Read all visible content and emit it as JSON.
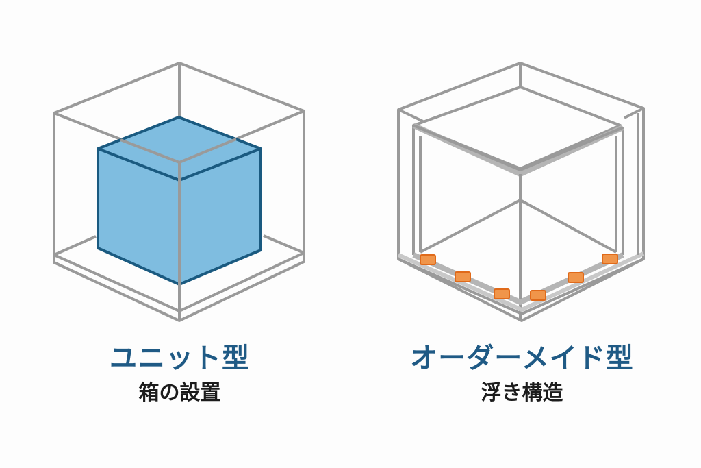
{
  "left": {
    "title": "ユニット型",
    "subtitle": "箱の設置",
    "colors": {
      "frame": "#9a9a9a",
      "cube_fill": "#7fbde0",
      "cube_stroke": "#1a5a80"
    }
  },
  "right": {
    "title": "オーダーメイド型",
    "subtitle": "浮き構造",
    "colors": {
      "frame": "#9a9a9a",
      "frame_inner": "#d0d0d0",
      "support_pads": "#f08a3a"
    }
  },
  "colors": {
    "title_text": "#1f5a85",
    "subtitle_text": "#1c1c1c",
    "background": "#ffffff"
  }
}
